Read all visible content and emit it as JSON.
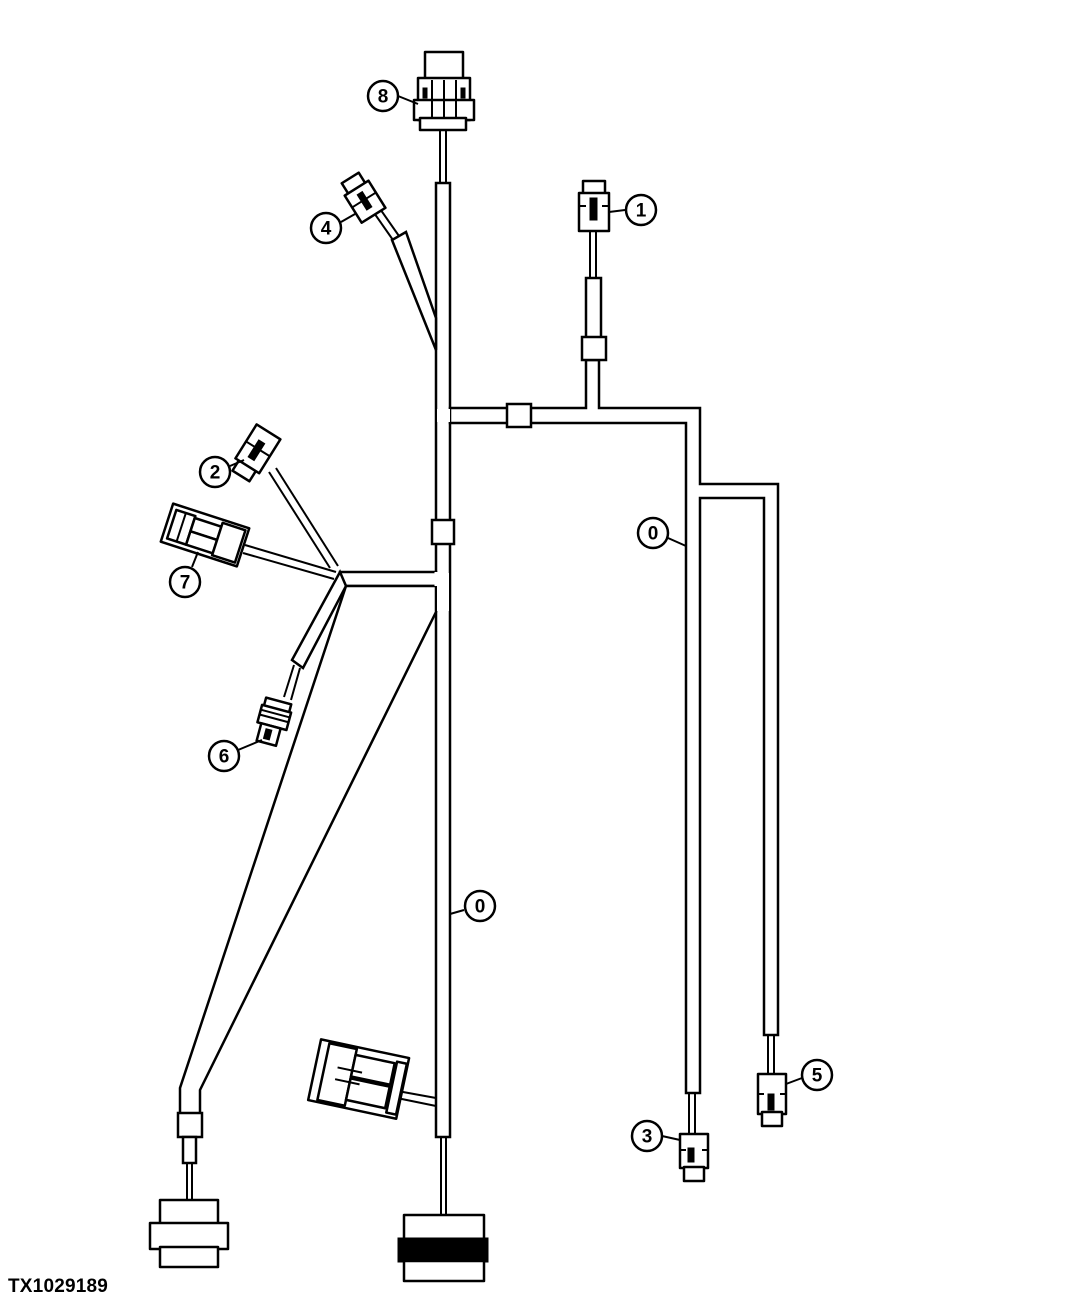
{
  "figure": {
    "id_text": "TX1029189"
  },
  "callouts": [
    {
      "key": "c8",
      "label": "8"
    },
    {
      "key": "c4",
      "label": "4"
    },
    {
      "key": "c1",
      "label": "1"
    },
    {
      "key": "c2",
      "label": "2"
    },
    {
      "key": "c7",
      "label": "7"
    },
    {
      "key": "c6",
      "label": "6"
    },
    {
      "key": "c0a",
      "label": "0"
    },
    {
      "key": "c0b",
      "label": "0"
    },
    {
      "key": "c5",
      "label": "5"
    },
    {
      "key": "c3",
      "label": "3"
    }
  ]
}
